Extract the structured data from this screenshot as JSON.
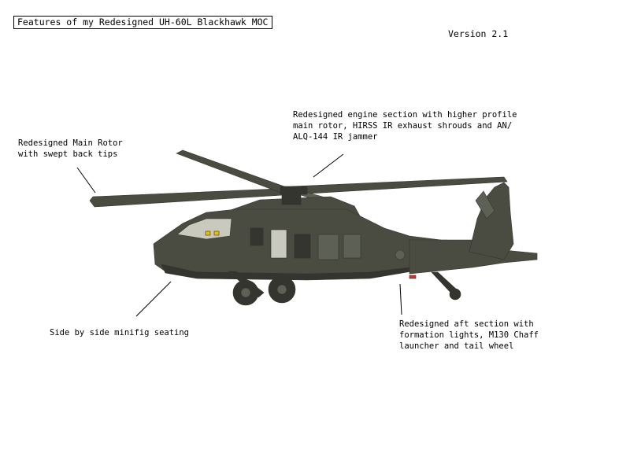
{
  "title": "Features of my Redesigned UH-60L Blackhawk MOC",
  "version": "Version 2.1",
  "callouts": {
    "main_rotor": "Redesigned Main Rotor\nwith swept back tips",
    "engine": "Redesigned engine section with higher profile\nmain rotor, HIRSS IR exhaust shrouds and AN/\nALQ-144 IR jammer",
    "seating": "Side by side minifig seating",
    "aft": "Redesigned aft section with\nformation lights, M130 Chaff\nlauncher and tail wheel"
  },
  "colors": {
    "body": "#4a4c42",
    "body_light": "#5d6055",
    "body_dark": "#33352e",
    "window": "#c9cabd",
    "accent_yellow": "#e8c000",
    "accent_red": "#d03030"
  }
}
